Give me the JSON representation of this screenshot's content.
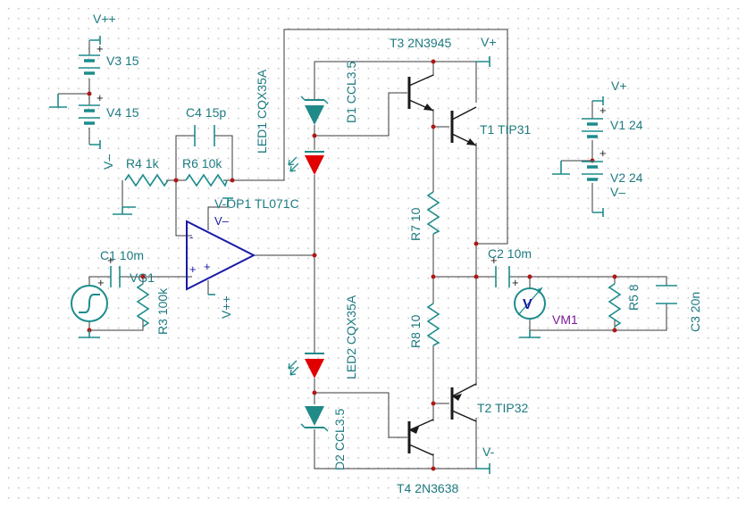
{
  "colors": {
    "wire": "#3a3a3a",
    "component": "#1d8c8c",
    "label": "#1d7a80",
    "led_red": "#e00000",
    "diode_teal": "#1f8a88",
    "opamp": "#1a1aa6",
    "meter_label": "#7a1a9a",
    "node": "#b01818"
  },
  "supplies": {
    "vpp": "V++",
    "vmm_left": "V–",
    "v3": "V3 15",
    "v4": "V4 15",
    "v1": "V1 24",
    "v2": "V2 24",
    "vplus_right": "V+",
    "vminus_right": "V–",
    "vplus_top": "V+",
    "vminus_bottom": "V-"
  },
  "components": {
    "r4": "R4 1k",
    "r6": "R6 10k",
    "c4": "C4 15p",
    "c1": "C1 10m",
    "vg1": "VG1",
    "r3": "R3 100k",
    "opamp": "V-OP1 TL071C",
    "opamp_vmm": "V–",
    "opamp_vpp": "V++",
    "led1": "LED1 CQX35A",
    "led2": "LED2 CQX35A",
    "d1": "D1 CCL3.5",
    "d2": "D2 CCL3.5",
    "t3": "T3 2N3945",
    "t1": "T1 TIP31",
    "t2": "T2 TIP32",
    "t4": "T4 2N3638",
    "r7": "R7 10",
    "r8": "R8 10",
    "c2": "C2 10m",
    "vm1": "VM1",
    "vm1_symbol": "V",
    "r5": "R5 8",
    "c3": "C3 20n"
  },
  "pins": {
    "plus": "+",
    "minus": "-"
  }
}
